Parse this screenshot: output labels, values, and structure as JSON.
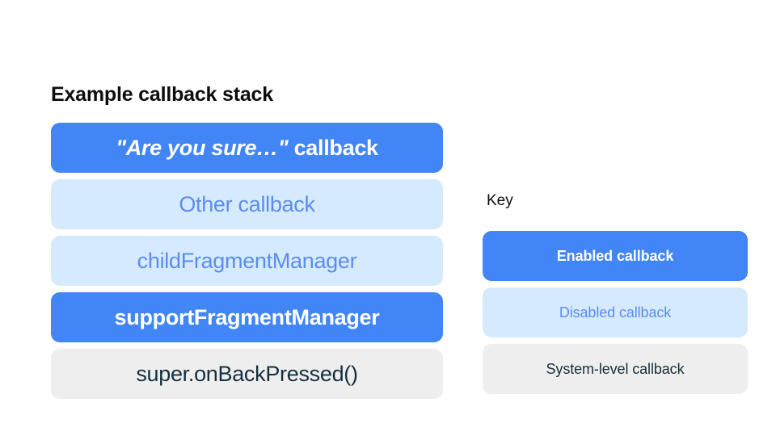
{
  "colors": {
    "background": "#ffffff",
    "enabled_fill": "#4285f4",
    "enabled_text": "#ffffff",
    "disabled_fill": "#d6eafd",
    "disabled_text": "#5b8def",
    "system_fill": "#eeeeee",
    "system_text": "#14303d",
    "heading_text": "#0d0d0d"
  },
  "stack": {
    "title": "Example callback stack",
    "items": [
      {
        "label": "\"Are you sure…\" callback",
        "emphasis_text": "\"Are you sure…\"",
        "plain_text": " callback",
        "state": "enabled",
        "state_label": "Enabled callback"
      },
      {
        "label": "Other callback",
        "state": "disabled",
        "state_label": "Disabled callback"
      },
      {
        "label": "childFragmentManager",
        "state": "disabled",
        "state_label": "Disabled callback"
      },
      {
        "label": "supportFragmentManager",
        "state": "enabled",
        "state_label": "Enabled callback"
      },
      {
        "label": "super.onBackPressed()",
        "state": "system",
        "state_label": "System-level callback"
      }
    ]
  },
  "key": {
    "title": "Key",
    "items": [
      {
        "label": "Enabled callback",
        "state": "enabled"
      },
      {
        "label": "Disabled callback",
        "state": "disabled"
      },
      {
        "label": "System-level callback",
        "state": "system"
      }
    ]
  }
}
